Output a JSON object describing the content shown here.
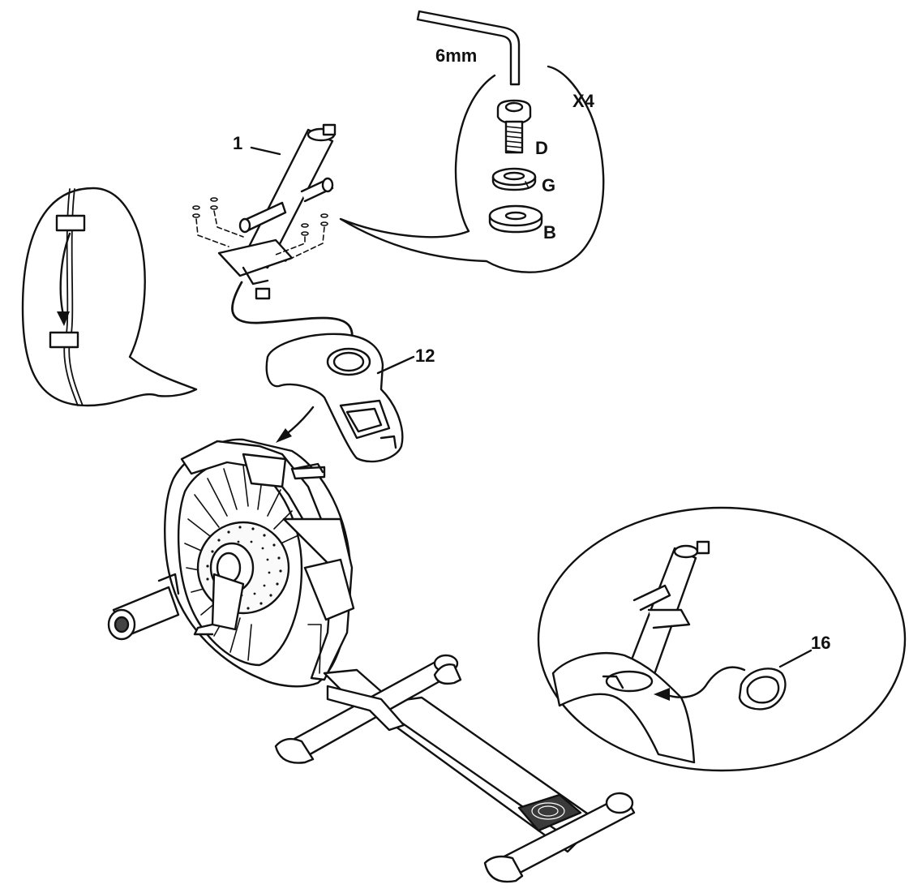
{
  "labels": {
    "tool": "6mm",
    "quantity": "X4",
    "bolt": "D",
    "lock_washer": "G",
    "flat_washer": "B",
    "part_1": "1",
    "part_12": "12",
    "part_16": "16"
  },
  "colors": {
    "stroke": "#111111",
    "background": "#ffffff",
    "fill_light": "#f2f2f2",
    "fill_mid": "#d9d9d9",
    "fill_dark": "#3a3a3a"
  }
}
